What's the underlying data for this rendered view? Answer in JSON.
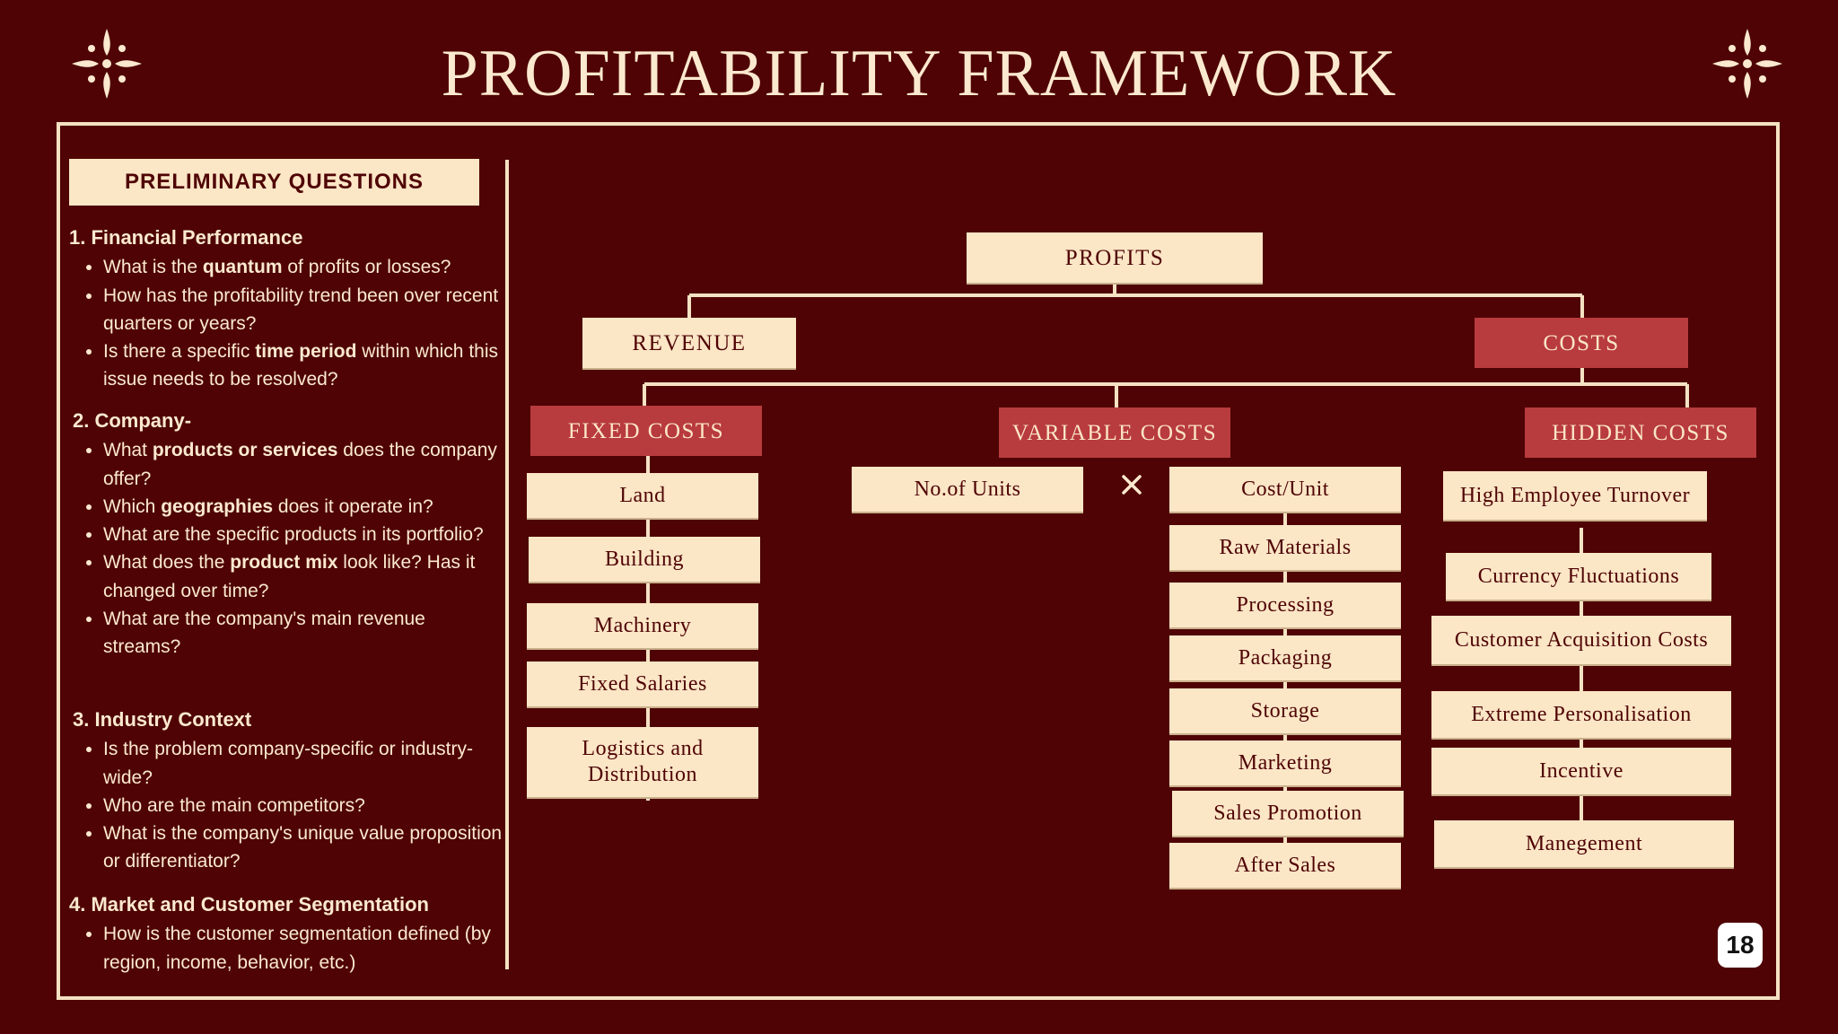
{
  "title": "PROFITABILITY FRAMEWORK",
  "page_number": "18",
  "preliminary": {
    "heading": "PRELIMINARY QUESTIONS",
    "sections": [
      {
        "title": "1. Financial Performance",
        "bullets": [
          [
            [
              "What is the ",
              false
            ],
            [
              "quantum",
              true
            ],
            [
              " of profits or losses?",
              false
            ]
          ],
          [
            [
              "How has the profitability trend been over recent quarters or years?",
              false
            ]
          ],
          [
            [
              "Is there a specific ",
              false
            ],
            [
              "time period",
              true
            ],
            [
              " within which this issue needs to be resolved?",
              false
            ]
          ]
        ]
      },
      {
        "title": "2. Company-",
        "bullets": [
          [
            [
              "What ",
              false
            ],
            [
              "products or services",
              true
            ],
            [
              " does the company offer?",
              false
            ]
          ],
          [
            [
              "Which ",
              false
            ],
            [
              "geographies",
              true
            ],
            [
              " does it operate in?",
              false
            ]
          ],
          [
            [
              "What are the specific products in its portfolio?",
              false
            ]
          ],
          [
            [
              "What does the ",
              false
            ],
            [
              "product mix",
              true
            ],
            [
              " look like? Has it changed over time?",
              false
            ]
          ],
          [
            [
              "What are the company's main revenue streams?",
              false
            ]
          ]
        ]
      },
      {
        "title": "3. Industry Context",
        "bullets": [
          [
            [
              "Is the problem company-specific or industry-wide?",
              false
            ]
          ],
          [
            [
              "Who are the main competitors?",
              false
            ]
          ],
          [
            [
              "What is the company's unique value proposition or differentiator?",
              false
            ]
          ]
        ]
      },
      {
        "title": "4. Market and Customer Segmentation",
        "bullets": [
          [
            [
              "How is the customer segmentation defined (by region, income, behavior, etc.)",
              false
            ]
          ]
        ]
      }
    ]
  },
  "tree": {
    "profits": "PROFITS",
    "revenue": "REVENUE",
    "costs": "COSTS",
    "fixed": {
      "label": "FIXED COSTS",
      "items": [
        "Land",
        "Building",
        "Machinery",
        "Fixed Salaries",
        "Logistics and Distribution"
      ]
    },
    "variable": {
      "label": "VARIABLE COSTS",
      "units": "No.of Units",
      "operator": "×",
      "cost_unit": "Cost/Unit",
      "items": [
        "Raw Materials",
        "Processing",
        "Packaging",
        "Storage",
        "Marketing",
        "Sales Promotion",
        "After Sales"
      ]
    },
    "hidden": {
      "label": "HIDDEN COSTS",
      "items": [
        "High Employee Turnover",
        "Currency Fluctuations",
        "Customer Acquisition Costs",
        "Extreme Personalisation",
        "Incentive",
        "Manegement"
      ]
    }
  },
  "colors": {
    "background": "#4f0304",
    "cream": "#fbe6c6",
    "accent_red": "#b83b3e"
  }
}
